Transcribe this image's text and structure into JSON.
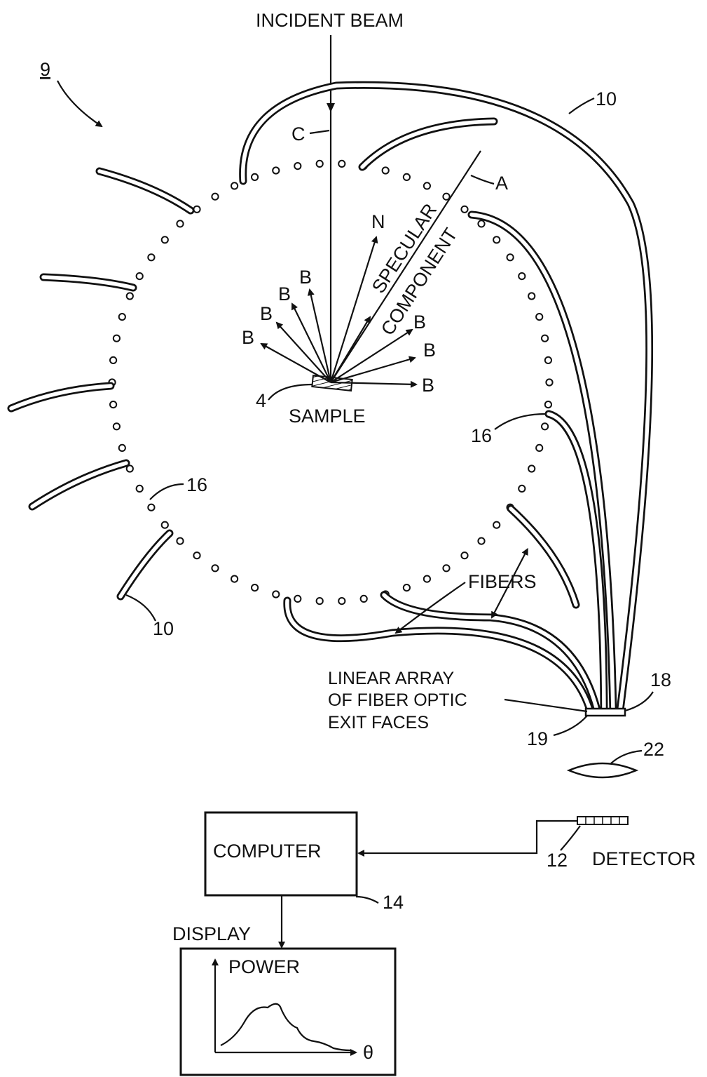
{
  "figure": {
    "ref_number": "9",
    "incident_beam_label": "INCIDENT BEAM",
    "beam_c_label": "C",
    "axis_a_label": "A",
    "normal_label": "N",
    "specular_label_line1": "SPECULAR",
    "specular_label_line2": "COMPONENT",
    "scatter_label": "B",
    "sample_ref": "4",
    "sample_label": "SAMPLE",
    "fiber_ref": "10",
    "port_ref": "16",
    "fibers_label": "FIBERS",
    "array_label_lines": [
      "LINEAR ARRAY",
      "OF FIBER OPTIC",
      "EXIT FACES"
    ],
    "array_ref_18": "18",
    "array_ref_19": "19",
    "lens_ref": "22",
    "detector_ref": "12",
    "detector_label": "DETECTOR",
    "computer_label": "COMPUTER",
    "computer_ref": "14",
    "display_label": "DISPLAY",
    "plot_y_label": "POWER",
    "plot_x_label": "θ"
  }
}
